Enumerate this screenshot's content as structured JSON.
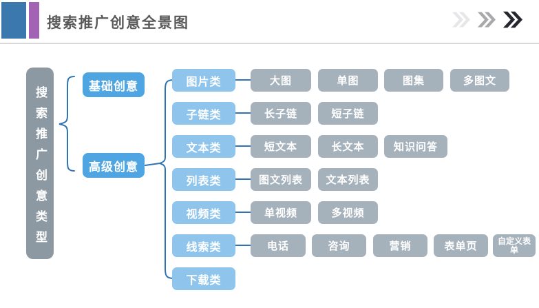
{
  "header": {
    "title": "搜索推广创意全景图",
    "decor_blue": "#3b78ae",
    "decor_purple": "#a263b4",
    "title_color": "#595959",
    "chevron_colors": [
      "#e7e7e9",
      "#a9a9ab",
      "#26262e"
    ]
  },
  "colors": {
    "root_bg": "#8c99a2",
    "level1_bg": "#4fa5e1",
    "category_bg": "#8fc5ec",
    "child_bg": "#a5b1bb",
    "connector": "#2e74b5",
    "divider": "#d8d8d8"
  },
  "tree": {
    "root": "搜索推广创意类型",
    "level1": [
      "基础创意",
      "高级创意"
    ],
    "categories": [
      {
        "label": "图片类",
        "children": [
          "大图",
          "单图",
          "图集",
          "多图文"
        ]
      },
      {
        "label": "子链类",
        "children": [
          "长子链",
          "短子链"
        ]
      },
      {
        "label": "文本类",
        "children": [
          "短文本",
          "长文本",
          "知识问答"
        ]
      },
      {
        "label": "列表类",
        "children": [
          "图文列表",
          "文本列表"
        ]
      },
      {
        "label": "视频类",
        "children": [
          "单视频",
          "多视频"
        ]
      },
      {
        "label": "线索类",
        "children": [
          "电话",
          "咨询",
          "营销",
          "表单页",
          "自定义表单"
        ]
      },
      {
        "label": "下载类",
        "children": []
      }
    ]
  }
}
